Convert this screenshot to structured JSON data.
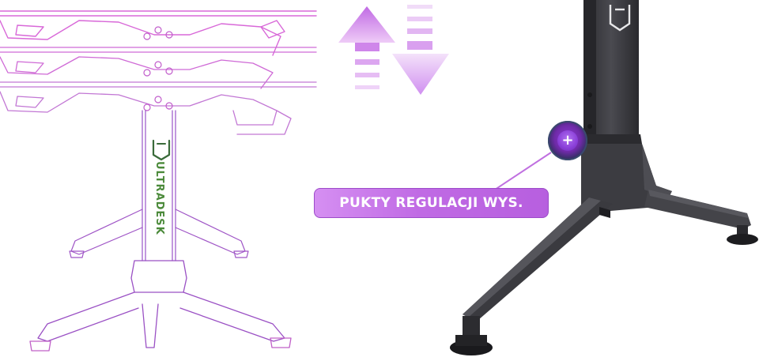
{
  "callout": {
    "label": "PUKTY REGULACJI WYS."
  },
  "marker": {
    "symbol": "+"
  },
  "brand": {
    "logo_text": "ULTRADESK"
  },
  "colors": {
    "outline_pink": "#d35fd6",
    "outline_purple": "#8a45c8",
    "arrow_up": "#c770e6",
    "arrow_down": "#d9a2ee",
    "callout_bg": "#c06ae4",
    "metal": "#3a3a3e"
  },
  "icons": [
    "arrow-up-icon",
    "arrow-down-icon",
    "plus-icon",
    "ultradesk-logo"
  ]
}
